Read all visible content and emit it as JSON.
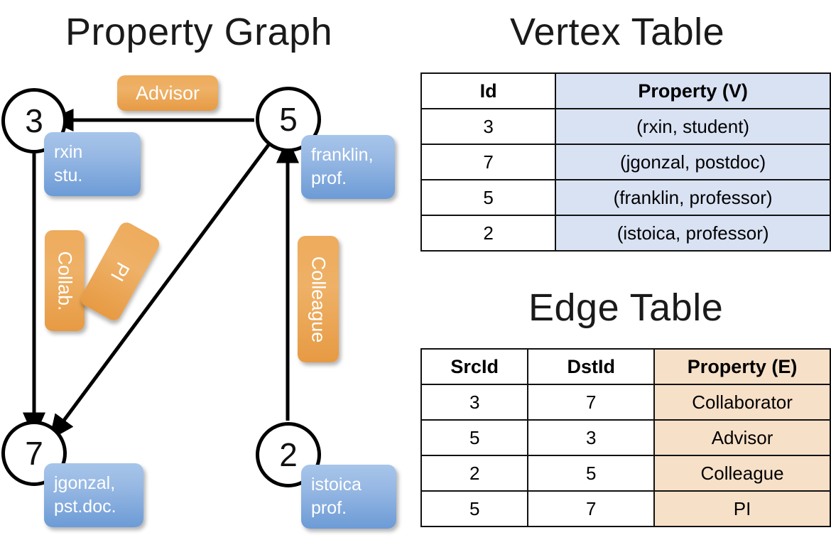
{
  "titles": {
    "property_graph": "Property Graph",
    "vertex_table": "Vertex Table",
    "edge_table": "Edge Table"
  },
  "colors": {
    "vertex_property_fill": "#d9e2f3",
    "edge_property_fill": "#f7e0c8",
    "bubble_blue": "#7ba7dc",
    "label_orange": "#eeab5c",
    "stroke": "#111111"
  },
  "graph": {
    "nodes": [
      {
        "id": "3",
        "property": "rxin\nstu."
      },
      {
        "id": "5",
        "property": "franklin,\nprof."
      },
      {
        "id": "7",
        "property": "jgonzal,\npst.doc."
      },
      {
        "id": "2",
        "property": "istoica\nprof."
      }
    ],
    "node_labels": {
      "n3": "3",
      "n5": "5",
      "n7": "7",
      "n2": "2"
    },
    "bubbles": {
      "rxin_line1": "rxin",
      "rxin_line2": "stu.",
      "franklin_line1": "franklin,",
      "franklin_line2": "prof.",
      "jgonzal_line1": "jgonzal,",
      "jgonzal_line2": "pst.doc.",
      "istoica_line1": "istoica",
      "istoica_line2": "prof."
    },
    "edge_labels": {
      "advisor": "Advisor",
      "collab": "Collab.",
      "pi": "PI",
      "colleague": "Colleague"
    },
    "edges": [
      {
        "from": "5",
        "to": "3",
        "label": "Advisor"
      },
      {
        "from": "3",
        "to": "7",
        "label": "Collab."
      },
      {
        "from": "5",
        "to": "7",
        "label": "PI"
      },
      {
        "from": "2",
        "to": "5",
        "label": "Colleague"
      }
    ]
  },
  "vertex_table": {
    "headers": [
      "Id",
      "Property (V)"
    ],
    "rows": [
      [
        "3",
        "(rxin, student)"
      ],
      [
        "7",
        "(jgonzal, postdoc)"
      ],
      [
        "5",
        "(franklin, professor)"
      ],
      [
        "2",
        "(istoica, professor)"
      ]
    ]
  },
  "edge_table": {
    "headers": [
      "SrcId",
      "DstId",
      "Property (E)"
    ],
    "rows": [
      [
        "3",
        "7",
        "Collaborator"
      ],
      [
        "5",
        "3",
        "Advisor"
      ],
      [
        "2",
        "5",
        "Colleague"
      ],
      [
        "5",
        "7",
        "PI"
      ]
    ]
  }
}
